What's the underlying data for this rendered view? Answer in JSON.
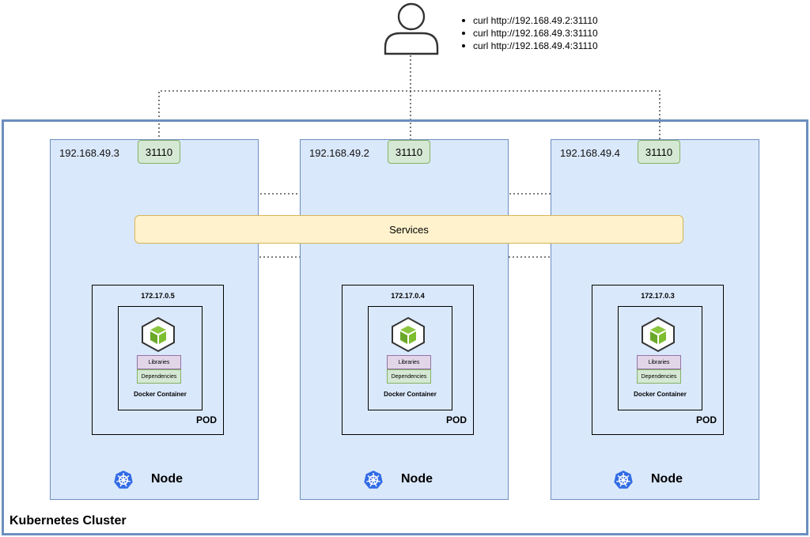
{
  "user": {
    "icon": "user-icon",
    "curls": [
      "curl http://192.168.49.2:31110",
      "curl http://192.168.49.3:31110",
      "curl http://192.168.49.4:31110"
    ]
  },
  "cluster": {
    "label": "Kubernetes Cluster"
  },
  "services": {
    "label": "Services"
  },
  "nodes": [
    {
      "ip": "192.168.49.3",
      "port": "31110",
      "pod_ip": "172.17.0.5",
      "libraries": "Libraries",
      "dependencies": "Dependencies",
      "container_label": "Docker Container",
      "pod_label": "POD",
      "node_label": "Node"
    },
    {
      "ip": "192.168.49.2",
      "port": "31110",
      "pod_ip": "172.17.0.4",
      "libraries": "Libraries",
      "dependencies": "Dependencies",
      "container_label": "Docker Container",
      "pod_label": "POD",
      "node_label": "Node"
    },
    {
      "ip": "192.168.49.4",
      "port": "31110",
      "pod_ip": "172.17.0.3",
      "libraries": "Libraries",
      "dependencies": "Dependencies",
      "container_label": "Docker Container",
      "pod_label": "POD",
      "node_label": "Node"
    }
  ],
  "colors": {
    "node_fill": "#dae8fc",
    "node_border": "#6c8ebf",
    "port_fill": "#d5e8d4",
    "services_fill": "#fff2cc",
    "cube_green": "#7dbd2f",
    "k8s_blue": "#326ce5"
  }
}
